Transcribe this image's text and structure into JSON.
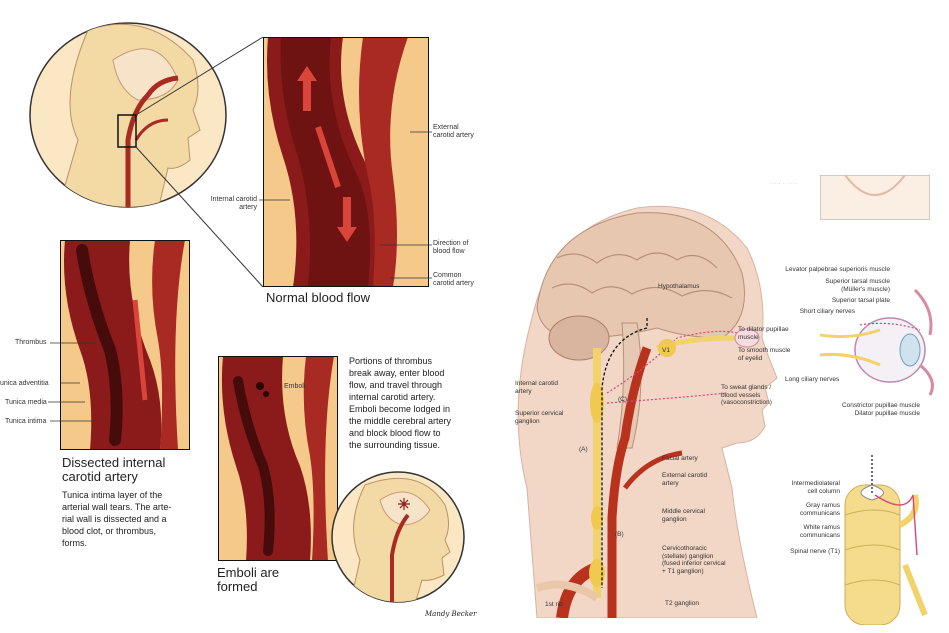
{
  "left_panel": {
    "normal": {
      "title": "Normal blood flow",
      "labels": {
        "external": "External\ncarotid artery",
        "internal": "Internal carotid\nartery",
        "direction": "Direction of\nblood flow",
        "common": "Common\ncarotid artery"
      }
    },
    "dissected": {
      "title": "Dissected internal\ncarotid artery",
      "desc": "Tunica intima layer of the\narterial wall tears. The arte-\nrial wall is dissected and a\nblood clot, or thrombus,\nforms.",
      "labels": {
        "thrombus": "Thrombus",
        "adventitia": "Tunica adventitia",
        "media": "Tunica media",
        "intima": "Tunica intima"
      }
    },
    "emboli": {
      "label": "Emboli",
      "title": "Emboli are\nformed",
      "desc": "Portions of thrombus\nbreak away, enter blood\nflow, and travel through\ninternal carotid artery.\nEmboli become lodged in\nthe middle cerebral artery\nand block blood flow to\nthe surrounding tissue.",
      "signature": "Mandy Becker"
    }
  },
  "right_panel": {
    "head_labels": {
      "hypothalamus": "Hypothalamus",
      "v1": "V1",
      "dilator": "To dilator pupillae\nmuscle",
      "smooth": "To smooth muscle\nof eyelid",
      "sweat": "To sweat glands /\nblood vessels\n(vasoconstriction)",
      "internal_carotid": "Internal carotid\nartery",
      "c": "(C)",
      "superior_cervical": "Superior cervical\nganglion",
      "a": "(A)",
      "facial": "Facial artery",
      "external_carotid": "External carotid\nartery",
      "middle_cervical": "Middle cervical\nganglion",
      "b": "(B)",
      "cervicothoracic": "Cervicothoracic\n(stellate) ganglion\n(fused inferior cervical\n+ T1 ganglion)",
      "rib": "1st rib",
      "t2": "T2 ganglion"
    },
    "eye_labels": {
      "levator": "Levator palpebrae superioris muscle",
      "superior_tarsal": "Superior tarsal muscle\n(Müller's muscle)",
      "tarsal_plate": "Superior tarsal plate",
      "short_ciliary": "Short ciliary nerves",
      "long_ciliary": "Long ciliary nerves",
      "constrictor": "Constrictor pupillae muscle",
      "dilator": "Dilator pupillae muscle"
    },
    "spinal_labels": {
      "intermediolateral": "Intermediolateral\ncell column",
      "gray": "Gray ramus\ncommunicans",
      "white": "White ramus\ncommunicans",
      "spinal": "Spinal nerve (T1)"
    }
  },
  "colors": {
    "artery_dark": "#8b1a1a",
    "artery": "#a82a22",
    "flow": "#d9453a",
    "skin": "#f3d9a4",
    "panel_bg": "#f5c98a",
    "nerve": "#f2d36b"
  }
}
